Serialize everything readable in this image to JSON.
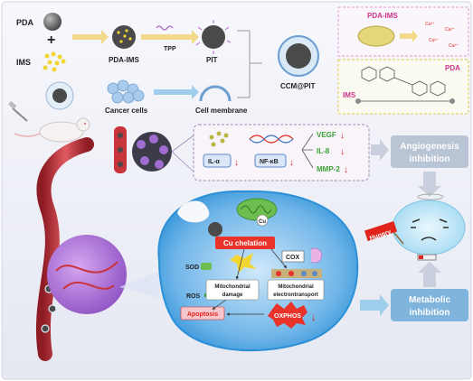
{
  "synthesis": {
    "pda": "PDA",
    "plus": "+",
    "ims": "IMS",
    "pda_ims": "PDA-IMS",
    "tpp": "TPP",
    "pit": "PIT",
    "cancer_cells": "Cancer cells",
    "cell_membrane": "Cell membrane",
    "ccm_pit": "CCM@PIT"
  },
  "inset_top": {
    "title": "PDA-IMS",
    "ion": "Cu²⁺"
  },
  "inset_chem": {
    "pda": "PDA",
    "ims": "IMS"
  },
  "signaling": {
    "il": "IL-α",
    "nfkb": "NF-κB",
    "vegf": "VEGF",
    "il8": "IL-8",
    "mmp2": "MMP-2",
    "down": "↓"
  },
  "outcomes": {
    "angio_line1": "Angiogenesis",
    "angio_line2": "inhibition",
    "meta_line1": "Metabolic",
    "meta_line2": "inhibition",
    "hungry": "Hungry"
  },
  "cell": {
    "cu": "Cu",
    "cu_chelation": "Cu chelation",
    "cox": "COX",
    "sod": "SOD",
    "ros": "ROS",
    "mito_damage_1": "Mitochondrial",
    "mito_damage_2": "damage",
    "mito_et_1": "Mitochondrial",
    "mito_et_2": "electrontransport",
    "apoptosis": "Apoptosis",
    "oxphos": "OXPHOS"
  },
  "colors": {
    "frame": "#eef0f6",
    "arrow_yellow": "#f3d98a",
    "arrow_blue": "#9fcdec",
    "outcome_box": "#7fb4dc",
    "outcome_box_grey": "#b9c4d4",
    "down_arrow": "#e0241b",
    "nucleus_purple": "#9a68c9",
    "vessel_red": "#c9333c",
    "cell_blue": "#2a8fd6",
    "chelation_red": "#e8322a",
    "accent_green": "#3aa335"
  }
}
